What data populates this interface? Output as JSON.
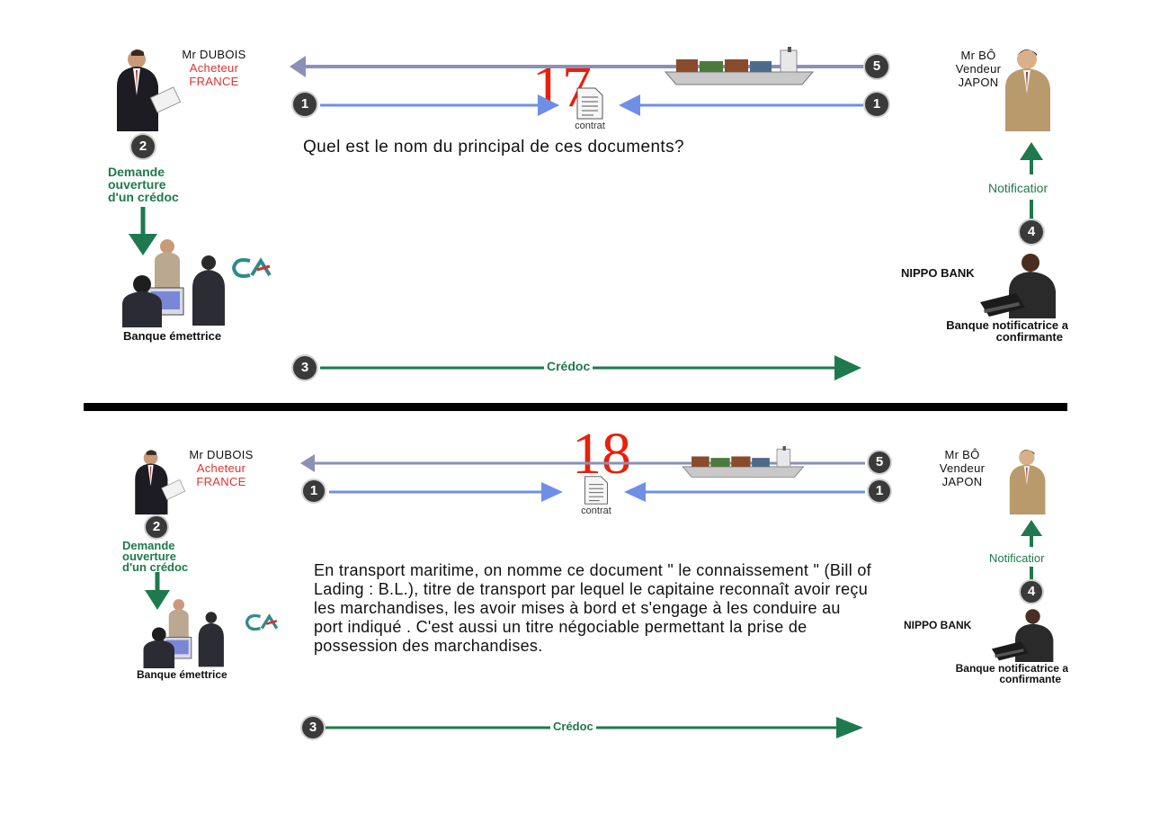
{
  "slides": [
    {
      "number": "17",
      "buyer": {
        "title": "Mr DUBOIS",
        "role": "Acheteur",
        "country": "FRANCE"
      },
      "seller": {
        "title": "Mr BÔ",
        "role": "Vendeur",
        "country": "JAPON"
      },
      "contract_label": "contrat",
      "step2_text": [
        "Demande",
        "ouverture",
        "d'un crédoc"
      ],
      "issuing_bank_label": "Banque émettrice",
      "nippo_bank_label": "NIPPO BANK",
      "notifying_bank_label": [
        "Banque notificatrice a",
        "confirmante"
      ],
      "notification_label": "Notificatior",
      "credoc_label": "Crédoc",
      "text": "Quel est le nom du principal de ces documents?"
    },
    {
      "number": "18",
      "buyer": {
        "title": "Mr DUBOIS",
        "role": "Acheteur",
        "country": "FRANCE"
      },
      "seller": {
        "title": "Mr BÔ",
        "role": "Vendeur",
        "country": "JAPON"
      },
      "contract_label": "contrat",
      "step2_text": [
        "Demande",
        "ouverture",
        "d'un crédoc"
      ],
      "issuing_bank_label": "Banque émettrice",
      "nippo_bank_label": "NIPPO BANK",
      "notifying_bank_label": [
        "Banque notificatrice a",
        "confirmante"
      ],
      "notification_label": "Notificatior",
      "credoc_label": "Crédoc",
      "text": "En transport maritime, on nomme ce document \" le connaissement \" (Bill of Lading : B.L.), titre de transport par lequel le capitaine reconnaît avoir reçu les marchandises, les avoir mises à bord et s'engage à les conduire au port indiqué . C'est aussi un titre négociable permettant la prise de possession des marchandises."
    }
  ],
  "step_numbers": [
    "1",
    "2",
    "3",
    "4",
    "5"
  ],
  "colors": {
    "slide_number": "#e8200c",
    "buyer_role": "#e53030",
    "green": "#1e7a4c",
    "contract_arrow": "#6f8fe6",
    "ship_arrow": "#8a90b8",
    "bubble": "#3a3a3a"
  },
  "icons": [
    "ship-icon",
    "contract-document-icon",
    "buyer-person-icon",
    "seller-person-icon",
    "bank-staff-icon",
    "nippo-banker-icon",
    "credit-agricole-logo"
  ]
}
